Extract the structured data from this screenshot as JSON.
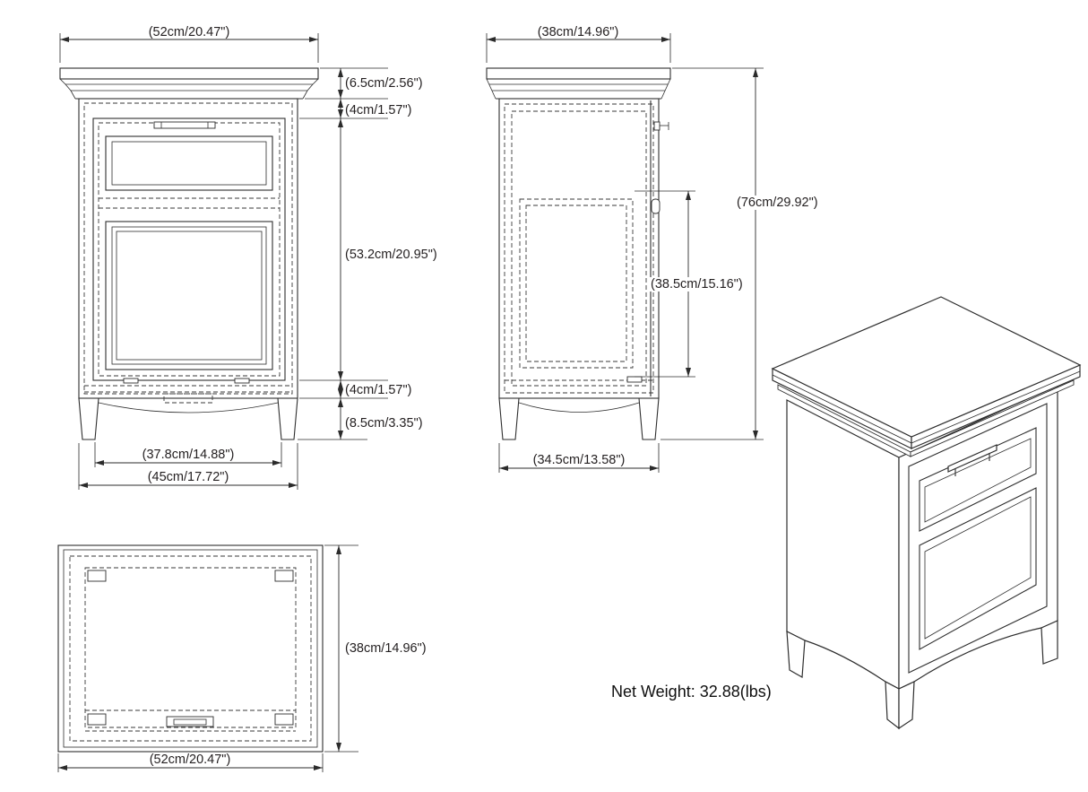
{
  "sheet": {
    "background": "#ffffff",
    "line_color": "#2e2e2e",
    "text_color": "#231f20"
  },
  "net_weight_label": "Net Weight: 32.88(lbs)",
  "views": {
    "front": {
      "dim_top_width": "(52cm/20.47\")",
      "dim_crown_height": "(6.5cm/2.56\")",
      "dim_top_rail": "(4cm/1.57\")",
      "dim_door_height": "(53.2cm/20.95\")",
      "dim_bottom_rail": "(4cm/1.57\")",
      "dim_leg_height": "(8.5cm/3.35\")",
      "dim_opening_width": "(37.8cm/14.88\")",
      "dim_body_width": "(45cm/17.72\")"
    },
    "side": {
      "dim_top_depth": "(38cm/14.96\")",
      "dim_total_height": "(76cm/29.92\")",
      "dim_interior_height": "(38.5cm/15.16\")",
      "dim_body_depth": "(34.5cm/13.58\")"
    },
    "top": {
      "dim_depth": "(38cm/14.96\")",
      "dim_width": "(52cm/20.47\")"
    }
  }
}
